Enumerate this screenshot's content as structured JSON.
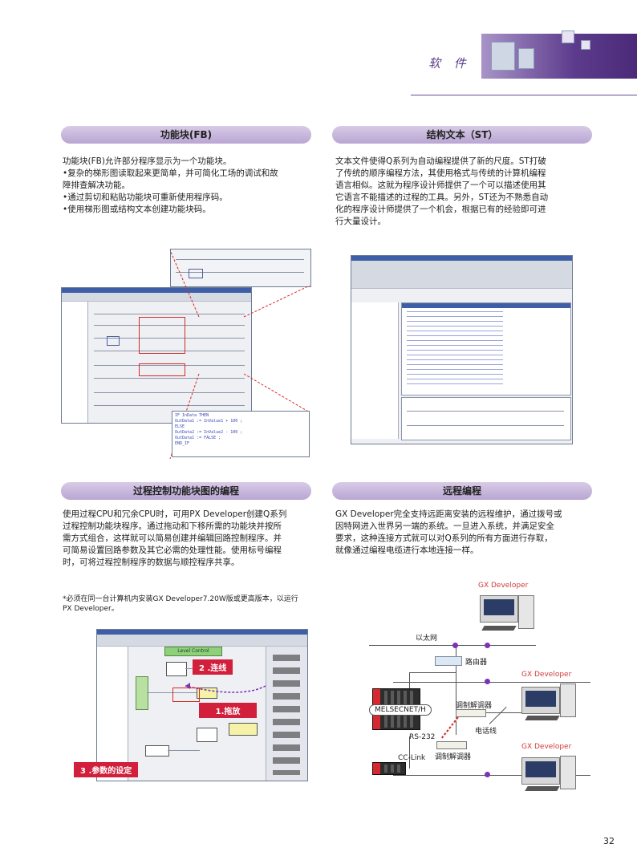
{
  "header": {
    "title": "软 件"
  },
  "sections": {
    "fb": {
      "title": "功能块(FB)",
      "lines": [
        "功能块(FB)允许部分程序显示为一个功能块。",
        "•复杂的梯形图读取起来更简单，并可简化工场的调试和故",
        "  障排查解决功能。",
        "•通过剪切和粘贴功能块可重新使用程序码。",
        "•使用梯形图或结构文本创建功能块码。"
      ]
    },
    "st": {
      "title": "结构文本（ST）",
      "lines": [
        "文本文件使得Q系列为自动编程提供了新的尺度。ST打破",
        "了传统的顺序编程方法，其使用格式与传统的计算机编程",
        "语言相似。这就为程序设计师提供了一个可以描述使用其",
        "它语言不能描述的过程的工具。另外，ST还为不熟悉自动",
        "化的程序设计师提供了一个机会，根据已有的经验即可进",
        "行大量设计。"
      ]
    },
    "process": {
      "title": "过程控制功能块图的编程",
      "lines": [
        "使用过程CPU和冗余CPU时，可用PX  Developer创建Q系列",
        "过程控制功能块程序。通过拖动和下移所需的功能块并按所",
        "需方式组合，这样就可以简易创建并编辑回路控制程序。并",
        "可简易设置回路参数及其它必需的处理性能。使用标号编程",
        "时，可将过程控制程序的数据与顺控程序共享。"
      ],
      "note_lines": [
        "*必须在同一台计算机内安装GX Developer7.20W版或更高版本，以运行",
        "  PX Developer。"
      ],
      "labels": {
        "connect": "2 .连线",
        "drag": "1.拖放",
        "params": "3 .参数的设定",
        "loop": "Level Control"
      }
    },
    "remote": {
      "title": "远程编程",
      "lines": [
        "GX  Developer完全支持远距离安装的远程维护，通过拨号或",
        "因特网进入世界另一端的系统。一旦进入系统，并满足安全",
        "要求，这种连接方式就可以对Q系列的所有方面进行存取，",
        "就像通过编程电缆进行本地连接一样。"
      ],
      "diagram": {
        "gx1": "GX Developer",
        "gx2": "GX Developer",
        "gx3": "GX Developer",
        "ethernet": "以太网",
        "router": "路由器",
        "melsecnet": "MELSECNET/H",
        "modem1": "调制解调器",
        "phone": "电话线",
        "rs232": "RS-232",
        "modem2": "调制解调器",
        "cclink": "CC-Link"
      }
    }
  },
  "fb_callout_lines": [
    "IF InData THEN",
    "  OutData1 := InValue1 + 100 ;",
    "ELSE",
    "  OutData2 := InValue2 - 100 ;",
    "  OutData1 := FALSE ;",
    "END_IF"
  ],
  "page_number": "32",
  "colors": {
    "accent": "#5a3c8a",
    "header_bar": "#c4b3da",
    "label_red": "#d11f3c",
    "box_red": "#d42a2a"
  }
}
